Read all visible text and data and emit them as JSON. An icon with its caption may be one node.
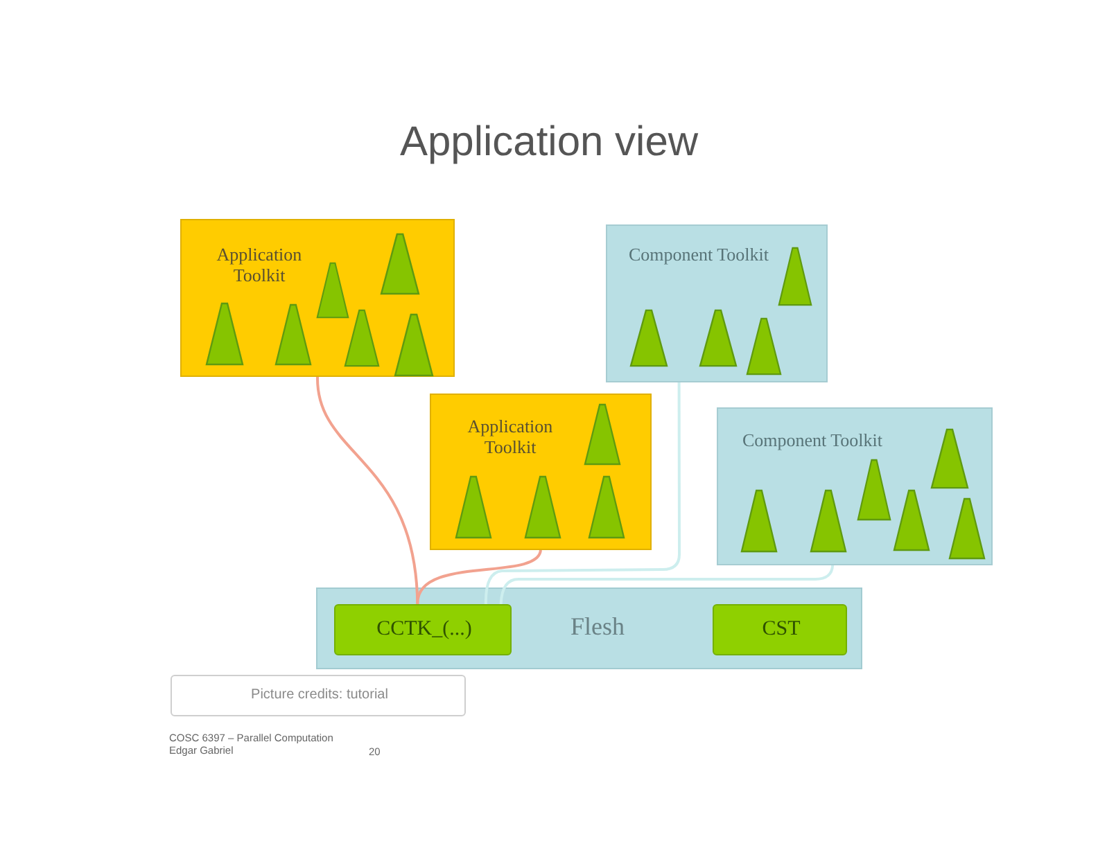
{
  "diagram": {
    "title": "Application view",
    "nodes": [
      {
        "text": [
          "Application Toolkit"
        ]
      },
      {
        "text": [
          "Component Toolkit"
        ]
      },
      {
        "text": [
          "Application Toolkit"
        ]
      },
      {
        "text": [
          "Component Toolkit"
        ]
      },
      {
        "text": [
          "Flesh"
        ]
      },
      {
        "text": [
          "CCTK_(...)"
        ],
        "in": 4
      },
      {
        "text": [
          "CST"
        ],
        "in": 4
      },
      {
        "text": [
          "Picture credits: tutorial"
        ]
      }
    ],
    "edges": [
      {
        "from": 0,
        "to": 5,
        "arrow": "none",
        "color": "#f2a28f"
      },
      {
        "from": 1,
        "to": 5,
        "arrow": "none",
        "color": "#cdeeee"
      },
      {
        "from": 2,
        "to": 5,
        "arrow": "none",
        "color": "#f2a28f"
      },
      {
        "from": 3,
        "to": 5,
        "arrow": "none",
        "color": "#cdeeee"
      }
    ],
    "labels": [
      "COSC 6397 – Parallel Computation",
      "Edgar Gabriel",
      "20"
    ]
  }
}
